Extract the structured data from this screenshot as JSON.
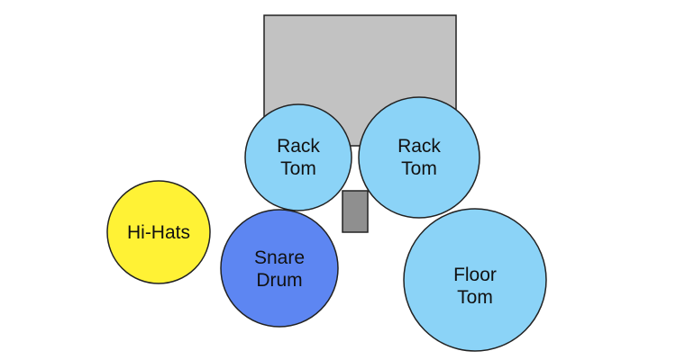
{
  "colors": {
    "bass_drum": "#c2c2c2",
    "pedal": "#8f8f8f",
    "outline": "#222222",
    "tom": "#8bd3f7",
    "snare": "#5d86f2",
    "hihat": "#fff235"
  },
  "kit": {
    "rack_tom_1": {
      "line1": "Rack",
      "line2": "Tom"
    },
    "rack_tom_2": {
      "line1": "Rack",
      "line2": "Tom"
    },
    "hihat": {
      "label": "Hi-Hats"
    },
    "snare": {
      "line1": "Snare",
      "line2": "Drum"
    },
    "floor_tom": {
      "line1": "Floor",
      "line2": "Tom"
    }
  }
}
